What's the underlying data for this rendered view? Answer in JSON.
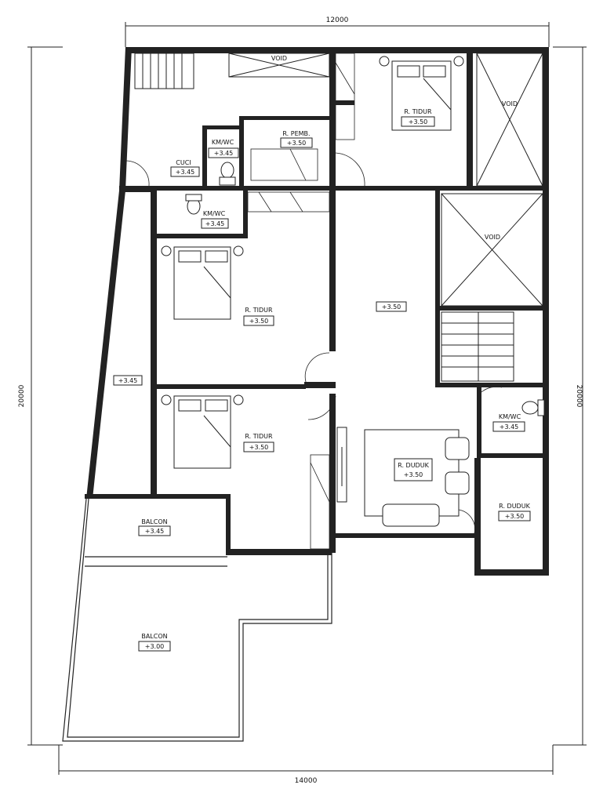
{
  "dimensions": {
    "top": "12000",
    "bottom": "14000",
    "left": "20000",
    "right": "20000"
  },
  "rooms": {
    "void_top": "VOID",
    "void_right": "VOID",
    "void_mid": "VOID",
    "bed_top_name": "R. TIDUR",
    "bed_top_level": "+3.50",
    "pemb_name": "R. PEMB.",
    "pemb_level": "+3.50",
    "kmwc1_name": "KM/WC",
    "kmwc1_level": "+3.45",
    "cuci_name": "CUCI",
    "cuci_level": "+3.45",
    "kmwc2_name": "KM/WC",
    "kmwc2_level": "+3.45",
    "bed_mid_name": "R. TIDUR",
    "bed_mid_level": "+3.50",
    "hall_level": "+3.50",
    "corridor_level": "+3.45",
    "kmwc3_name": "KM/WC",
    "kmwc3_level": "+3.45",
    "bed_low_name": "R. TIDUR",
    "bed_low_level": "+3.50",
    "duduk1_name": "R. DUDUK",
    "duduk1_level": "+3.50",
    "duduk2_name": "R. DUDUK",
    "duduk2_level": "+3.50",
    "balcon1_name": "BALCON",
    "balcon1_level": "+3.45",
    "balcon2_name": "BALCON",
    "balcon2_level": "+3.00"
  }
}
